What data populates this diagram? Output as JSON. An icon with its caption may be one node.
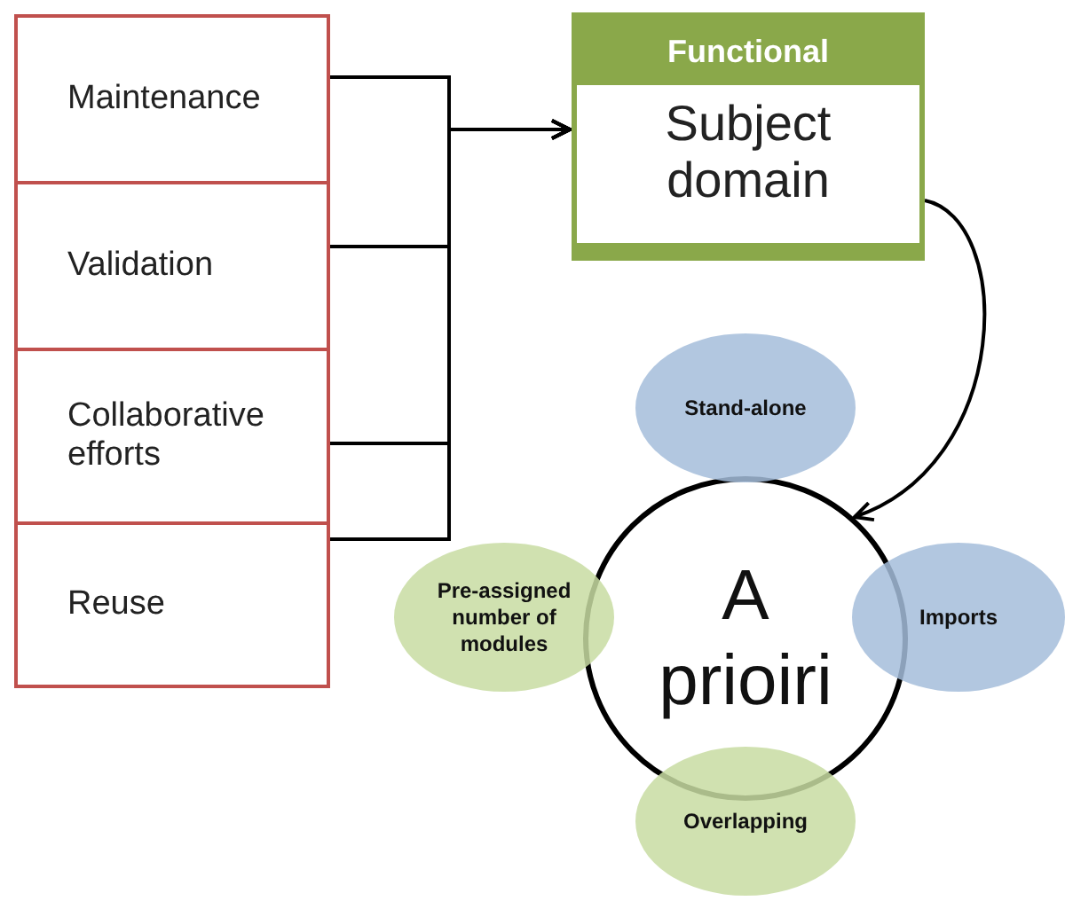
{
  "diagram": {
    "nodes": [
      {
        "text": [
          "Maintenance"
        ]
      },
      {
        "text": [
          "Validation"
        ]
      },
      {
        "text": [
          "Collaborative efforts"
        ]
      },
      {
        "text": [
          "Reuse"
        ]
      },
      {
        "text": [
          "Functional",
          "Subject domain"
        ]
      },
      {
        "text": [
          "A prioiri"
        ]
      },
      {
        "text": [
          "Stand-alone"
        ]
      },
      {
        "text": [
          "Imports"
        ]
      },
      {
        "text": [
          "Overlapping"
        ]
      },
      {
        "text": [
          "Pre-assigned number of modules"
        ]
      }
    ],
    "edges": [
      {
        "from": 0,
        "to": 4,
        "arrow": "to"
      },
      {
        "from": 1,
        "to": 4,
        "arrow": "to"
      },
      {
        "from": 2,
        "to": 4,
        "arrow": "to"
      },
      {
        "from": 3,
        "to": 4,
        "arrow": "to"
      },
      {
        "from": 4,
        "to": 5,
        "arrow": "to"
      }
    ]
  }
}
